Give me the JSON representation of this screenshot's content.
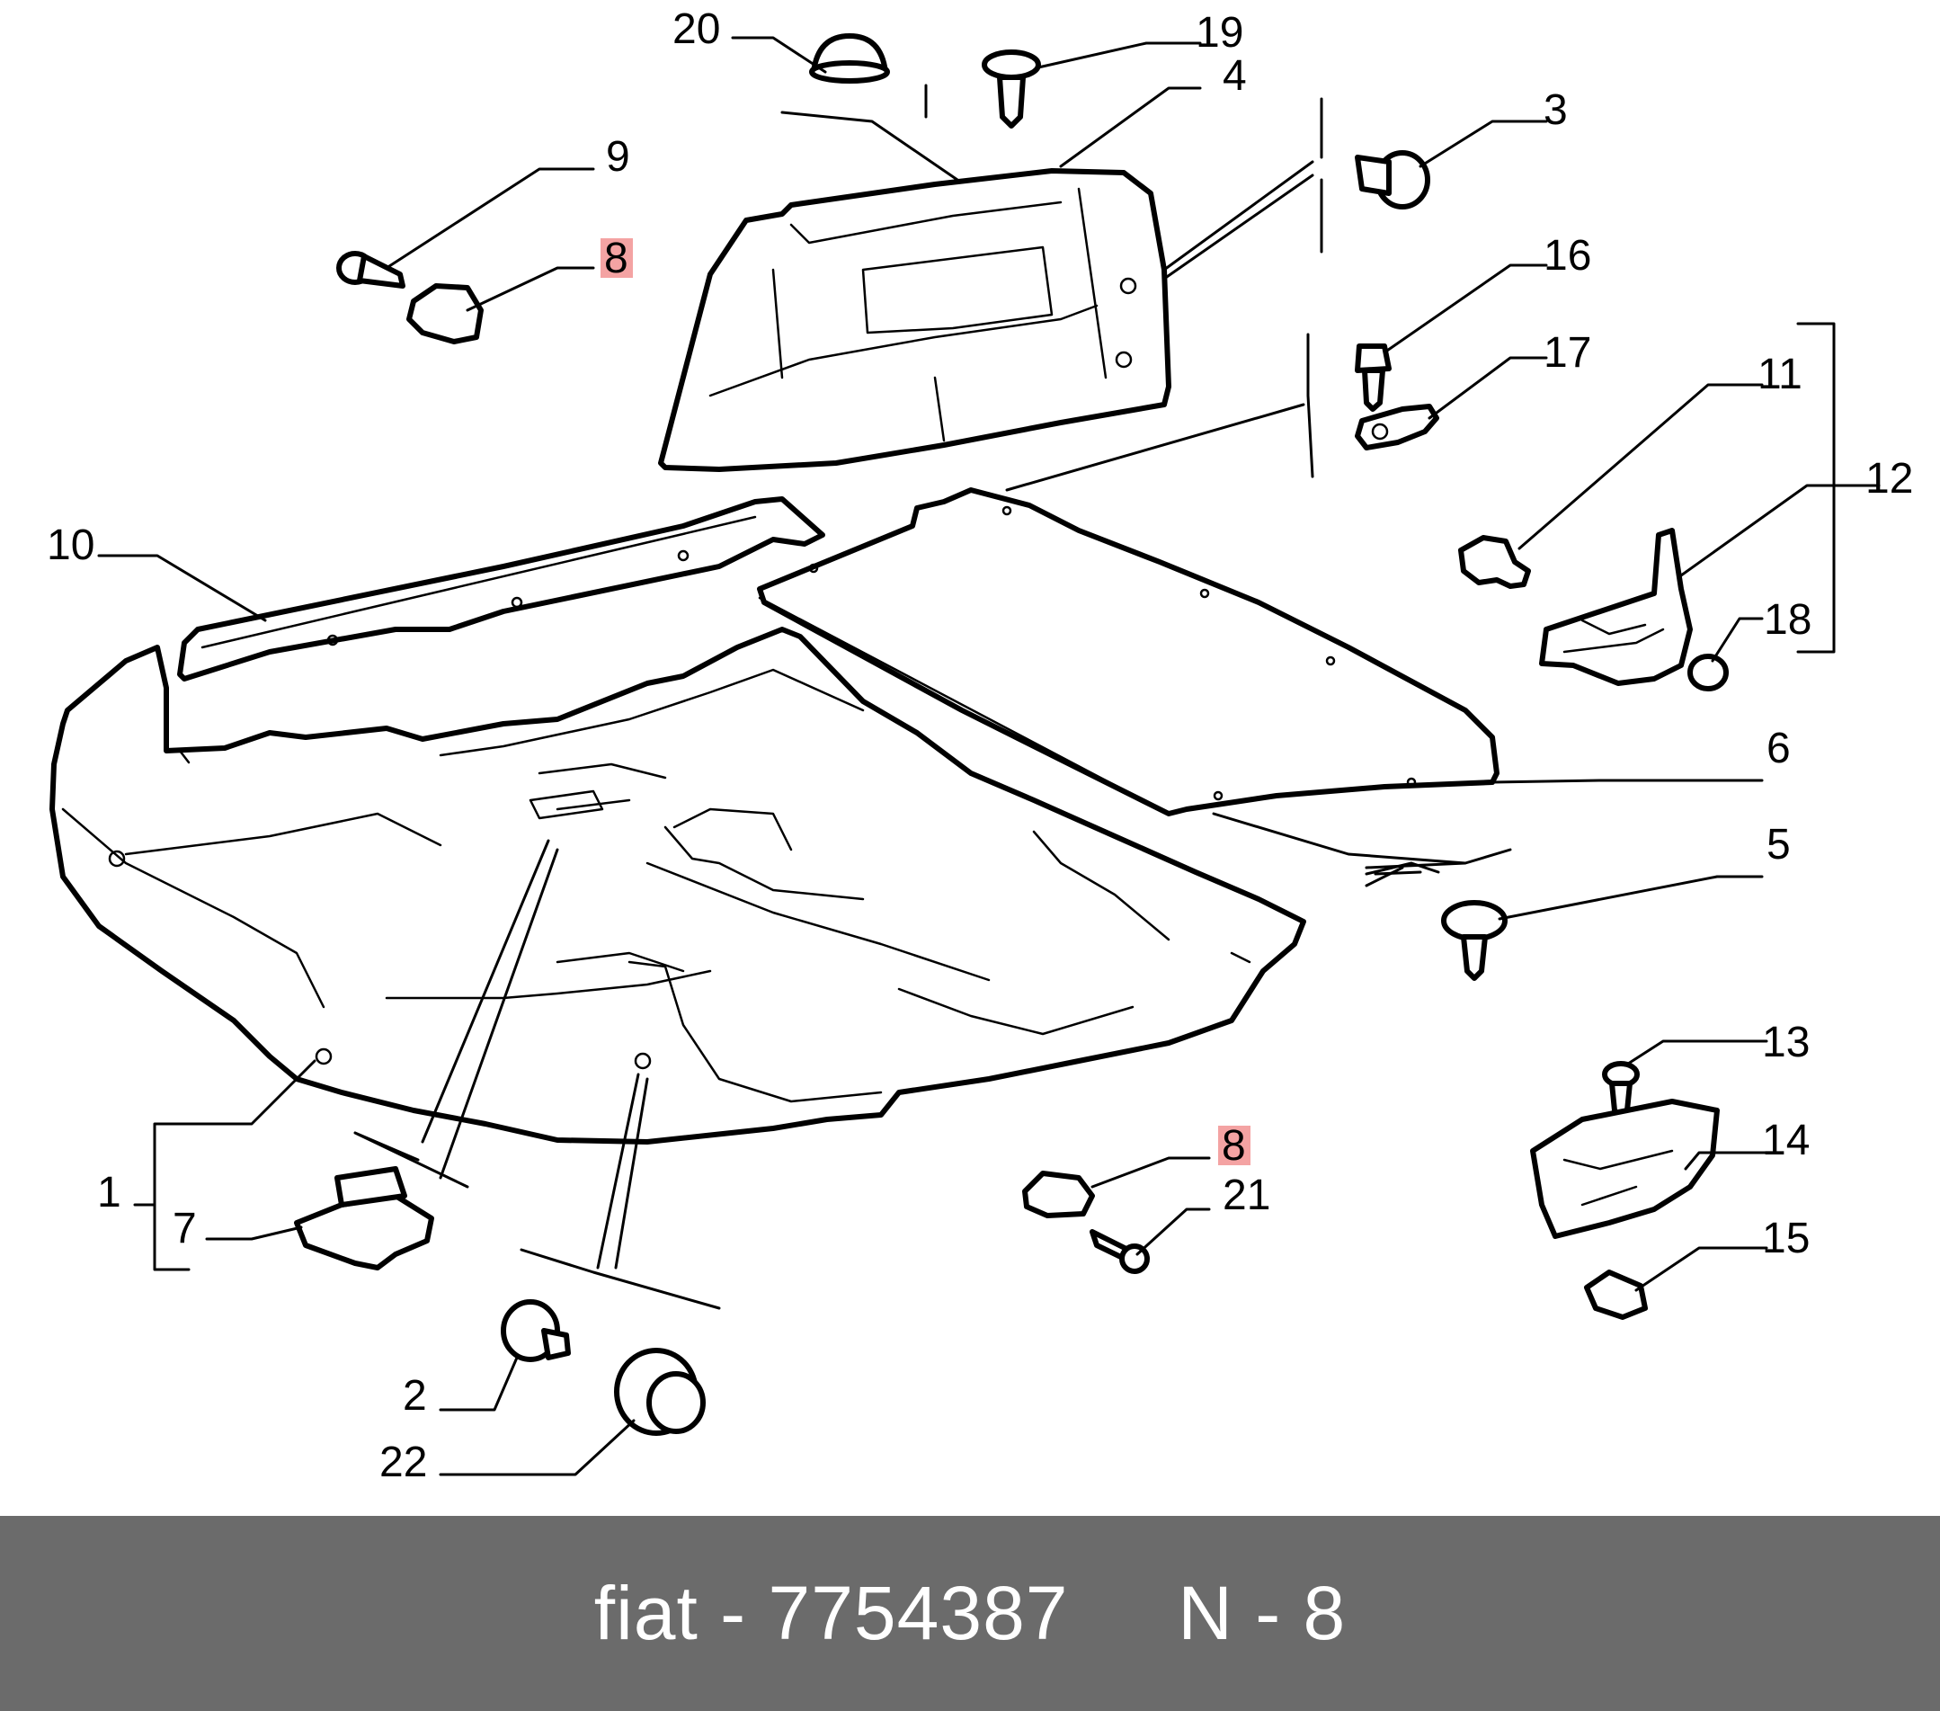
{
  "colors": {
    "ink": "#000000",
    "highlight": "#f4a3a3",
    "footer_bg": "#6b6b6b",
    "footer_text": "#ffffff"
  },
  "callouts": {
    "c1": "1",
    "c2": "2",
    "c3": "3",
    "c4": "4",
    "c5": "5",
    "c6": "6",
    "c7": "7",
    "c8_top": "8",
    "c8_bottom": "8",
    "c9": "9",
    "c10": "10",
    "c11": "11",
    "c12": "12",
    "c13": "13",
    "c14": "14",
    "c15": "15",
    "c16": "16",
    "c17": "17",
    "c18": "18",
    "c19": "19",
    "c20": "20",
    "c21": "21",
    "c22": "22"
  },
  "highlighted_callout": "8",
  "footer": {
    "text": "fiat - 7754387     N - 8"
  }
}
